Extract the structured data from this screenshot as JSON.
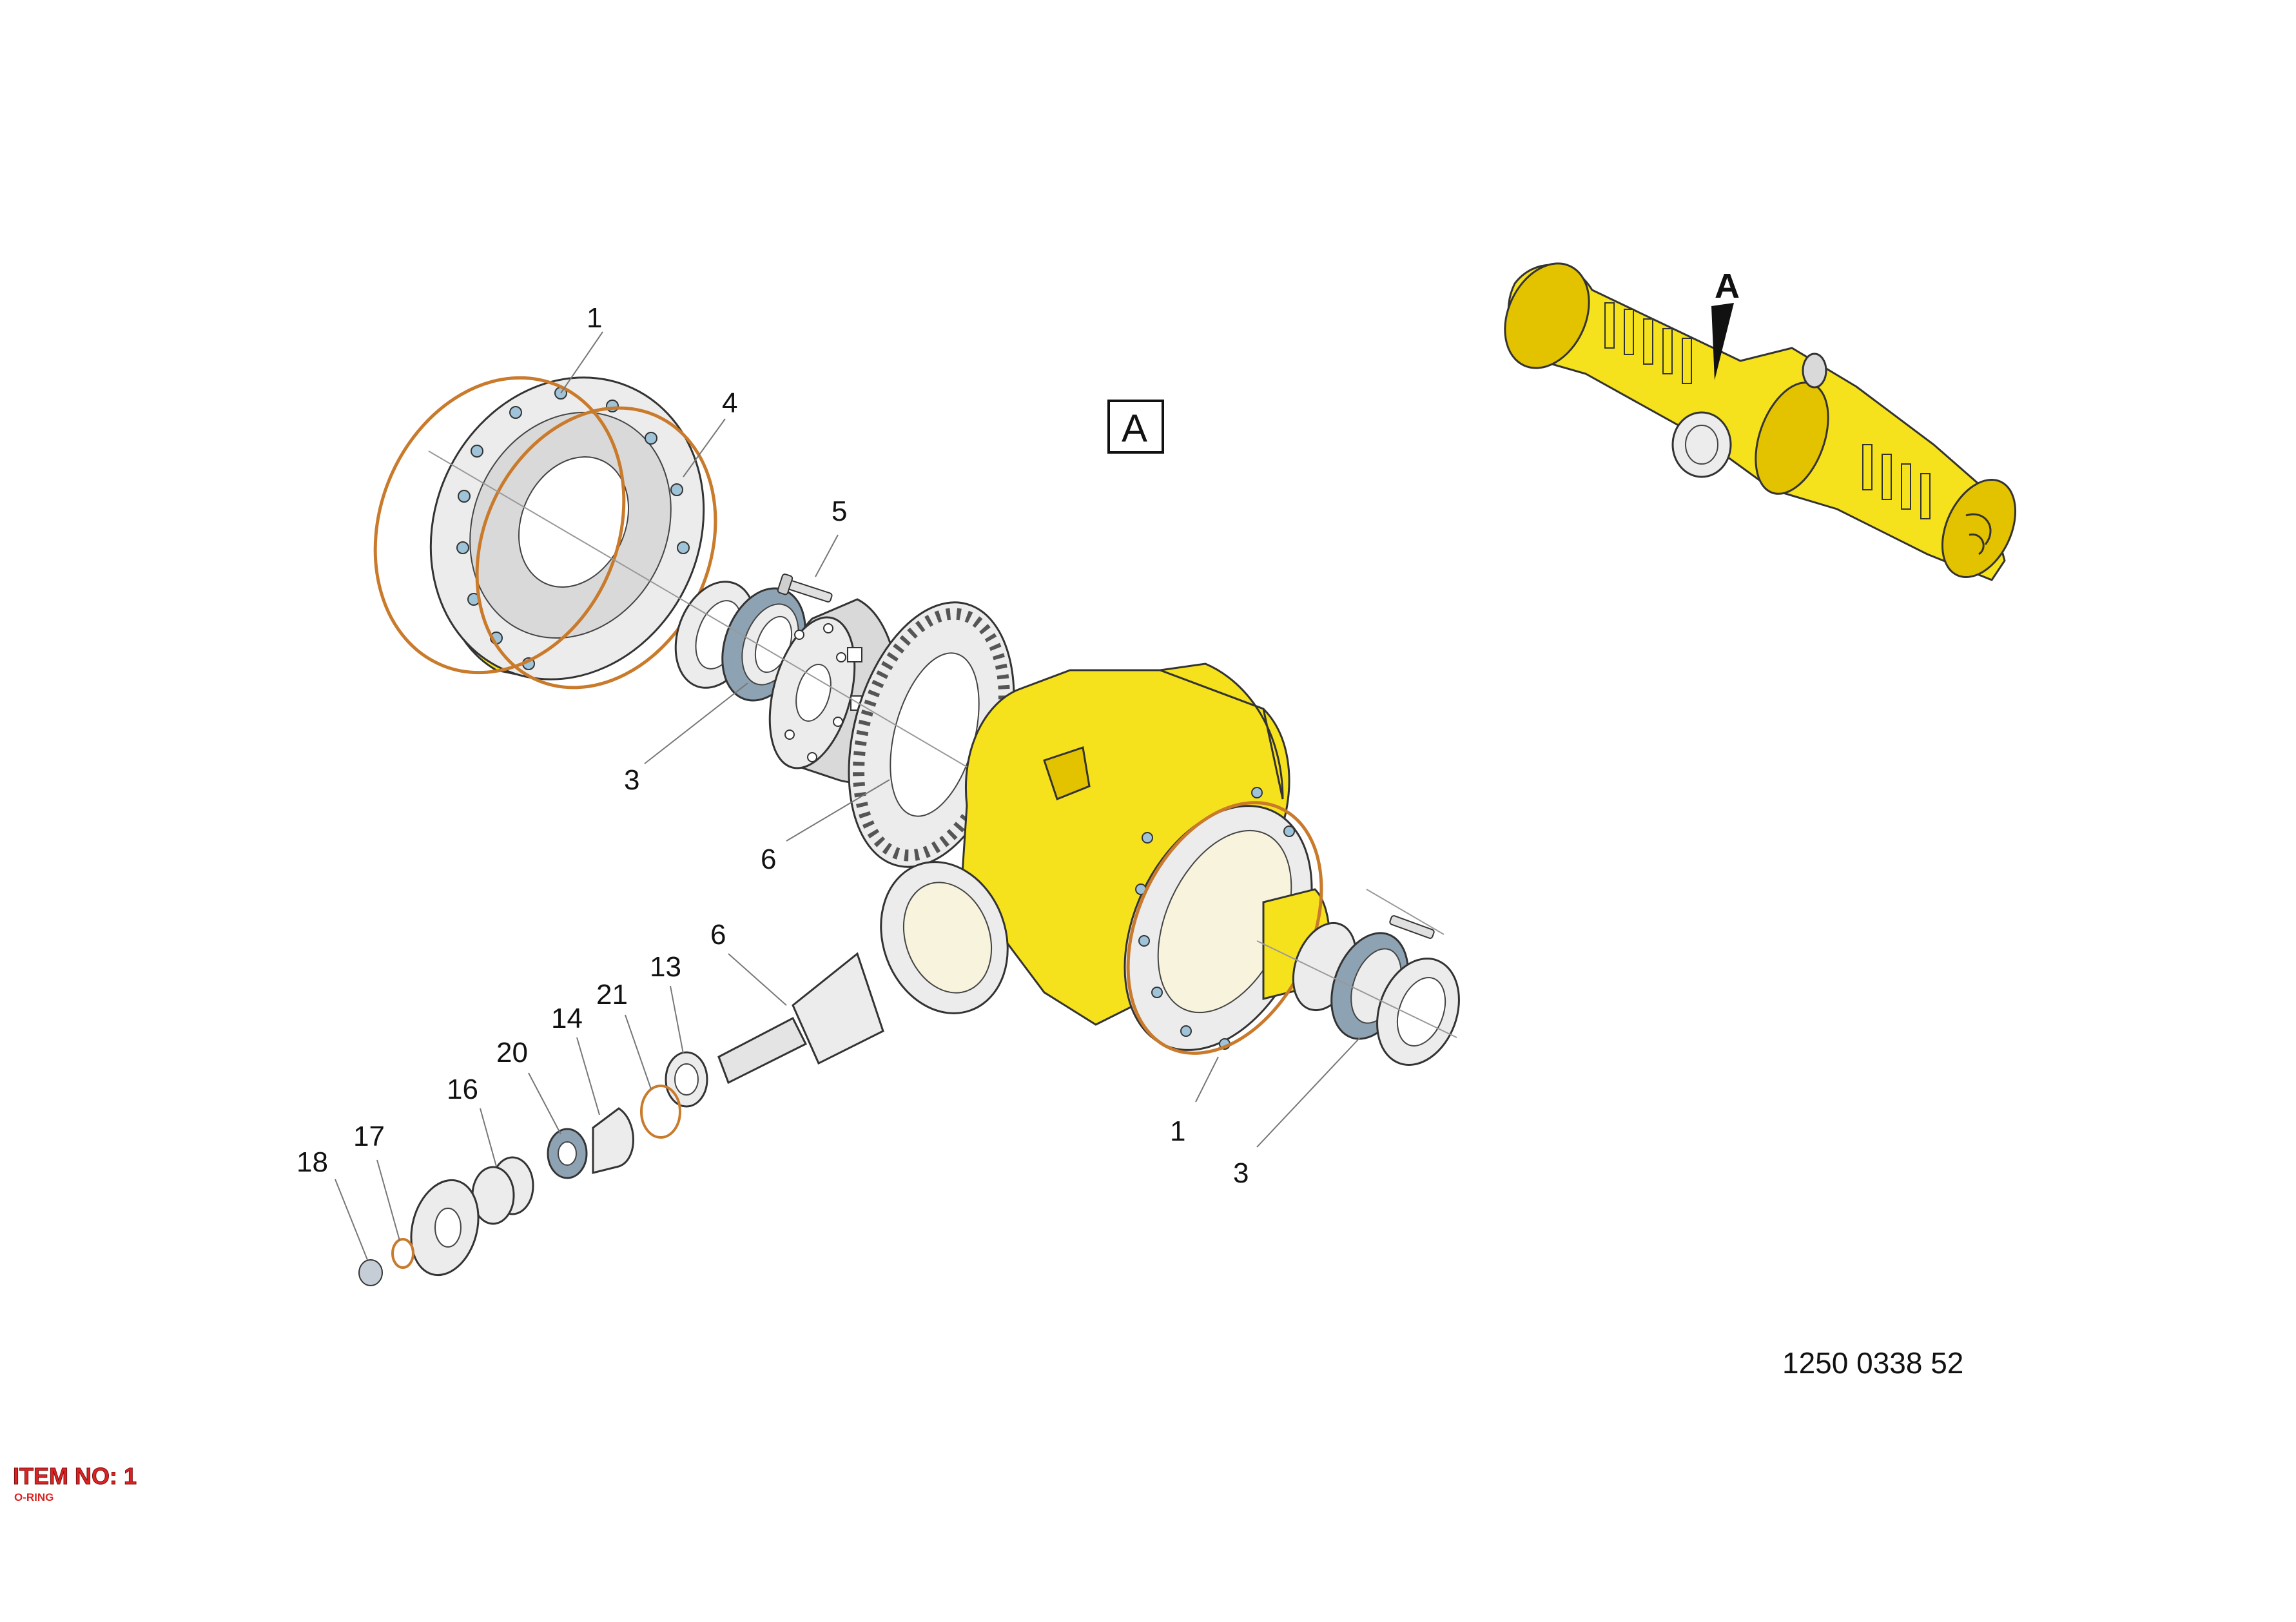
{
  "diagram": {
    "view_label": "A",
    "locator_arrow_label": "A",
    "reference_number": "1250 0338 52",
    "callouts": [
      {
        "id": "c1a",
        "text": "1"
      },
      {
        "id": "c4",
        "text": "4"
      },
      {
        "id": "c5",
        "text": "5"
      },
      {
        "id": "c3a",
        "text": "3"
      },
      {
        "id": "c6a",
        "text": "6"
      },
      {
        "id": "c6b",
        "text": "6"
      },
      {
        "id": "c13",
        "text": "13"
      },
      {
        "id": "c21",
        "text": "21"
      },
      {
        "id": "c14",
        "text": "14"
      },
      {
        "id": "c20",
        "text": "20"
      },
      {
        "id": "c16",
        "text": "16"
      },
      {
        "id": "c17",
        "text": "17"
      },
      {
        "id": "c18",
        "text": "18"
      },
      {
        "id": "c1b",
        "text": "1"
      },
      {
        "id": "c3b",
        "text": "3"
      }
    ]
  },
  "selection": {
    "title": "ITEM NO: 1",
    "description": "O-RING"
  },
  "colors": {
    "housing": "#f6e21c",
    "oring_highlight": "#c97a2b",
    "selection_text": "#d22222",
    "bearing": "#8da2b3"
  }
}
